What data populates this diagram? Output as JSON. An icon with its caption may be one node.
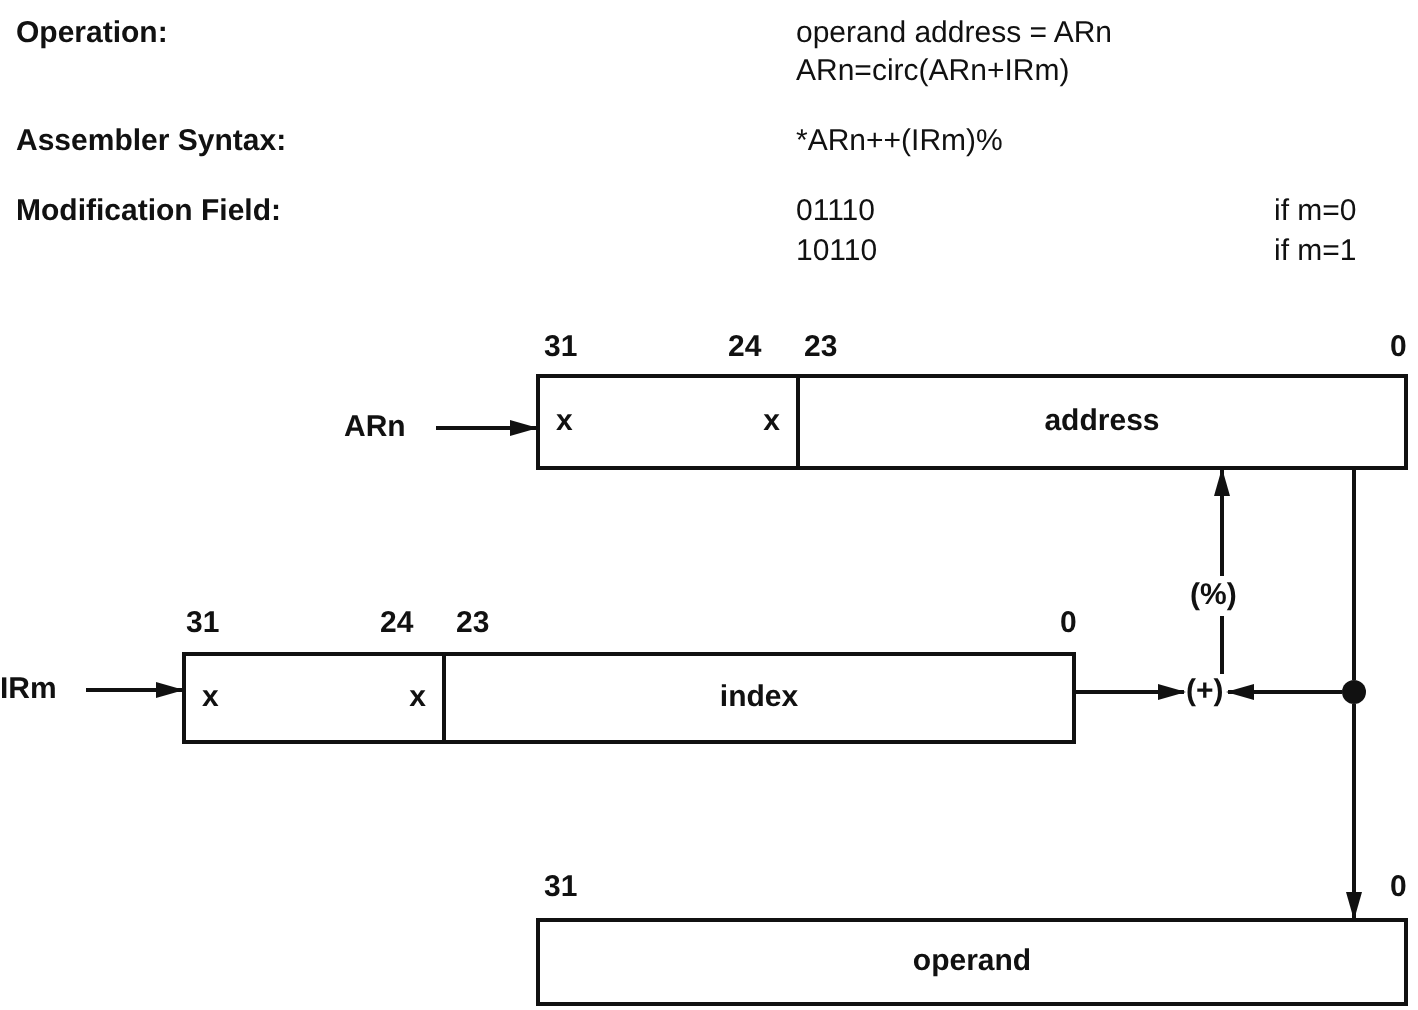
{
  "diagram": {
    "nodes": [
      {
        "text": [
          "ARn"
        ]
      },
      {
        "text": [
          "x",
          "x"
        ],
        "beside": [
          "31",
          "24"
        ]
      },
      {
        "text": [
          "address"
        ],
        "beside": [
          "23",
          "0"
        ]
      },
      {
        "text": [
          "IRm"
        ]
      },
      {
        "text": [
          "x",
          "x"
        ],
        "beside": [
          "31",
          "24"
        ]
      },
      {
        "text": [
          "index"
        ],
        "beside": [
          "23",
          "0"
        ]
      },
      {
        "text": [
          "(+)"
        ]
      },
      {
        "text": [],
        "shape": "circle"
      },
      {
        "text": [
          "operand"
        ],
        "beside": [
          "31",
          "0"
        ]
      }
    ],
    "edges": [
      {
        "from": 0,
        "to": 1,
        "arrow": "to"
      },
      {
        "from": 3,
        "to": 4,
        "arrow": "to"
      },
      {
        "from": 5,
        "to": 6,
        "arrow": "to"
      },
      {
        "from": 6,
        "to": 2,
        "arrow": "to",
        "label": "(%)"
      },
      {
        "from": 2,
        "to": 7,
        "arrow": "none"
      },
      {
        "from": 7,
        "to": 6,
        "arrow": "to"
      },
      {
        "from": 7,
        "to": 8,
        "arrow": "to"
      }
    ],
    "labels": [
      "Operation:",
      "operand address = ARn",
      "ARn=circ(ARn+IRm)",
      "Assembler Syntax:",
      "*ARn++(IRm)%",
      "Modification Field:",
      "01110",
      "if m=0",
      "10110",
      "if m=1"
    ]
  }
}
